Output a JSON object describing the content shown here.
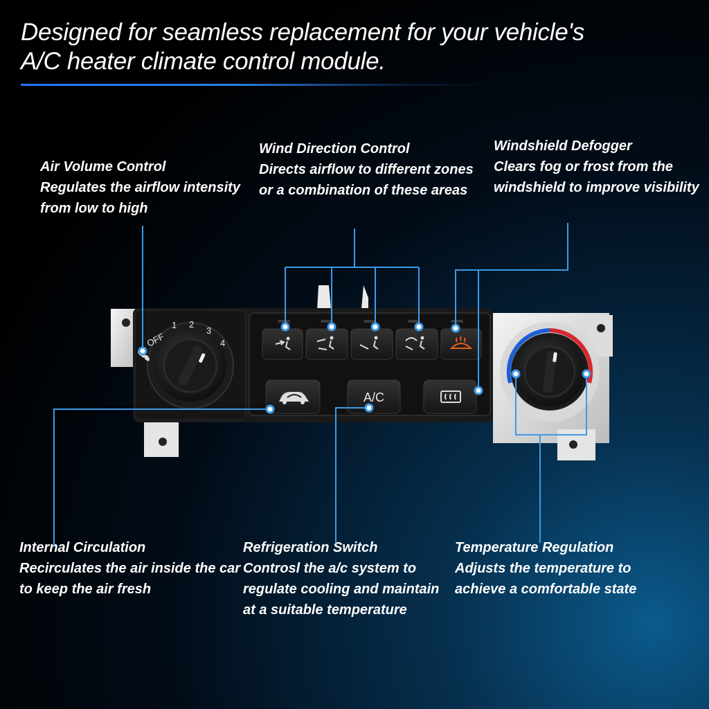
{
  "headline": {
    "line1": "Designed for seamless replacement for your vehicle's",
    "line2": "A/C heater climate control module."
  },
  "callouts": {
    "air_volume": {
      "title": "Air Volume Control",
      "desc": "Regulates the airflow intensity from low to high"
    },
    "wind_direction": {
      "title": "Wind Direction Control",
      "desc": "Directs airflow to different zones or a combination of these areas"
    },
    "defogger": {
      "title": "Windshield Defogger",
      "desc": "Clears fog or frost from the windshield to improve visibility"
    },
    "internal_circulation": {
      "title": "Internal Circulation",
      "desc": "Recirculates the air inside the car to keep the air fresh"
    },
    "refrigeration": {
      "title": "Refrigeration Switch",
      "desc": "Controsl the a/c system to regulate cooling and maintain at a suitable temperature"
    },
    "temperature": {
      "title": "Temperature Regulation",
      "desc": "Adjusts the temperature to achieve a comfortable state"
    }
  },
  "panel": {
    "fan_labels": {
      "off": "OFF",
      "s1": "1",
      "s2": "2",
      "s3": "3",
      "s4": "4"
    },
    "ac_label": "A/C"
  },
  "colors": {
    "accent": "#1f78ff",
    "callout_line": "#3d9be9",
    "defrost_orange": "#e8601c",
    "temp_hot": "#d8282e",
    "temp_cold": "#1e5fd6"
  }
}
